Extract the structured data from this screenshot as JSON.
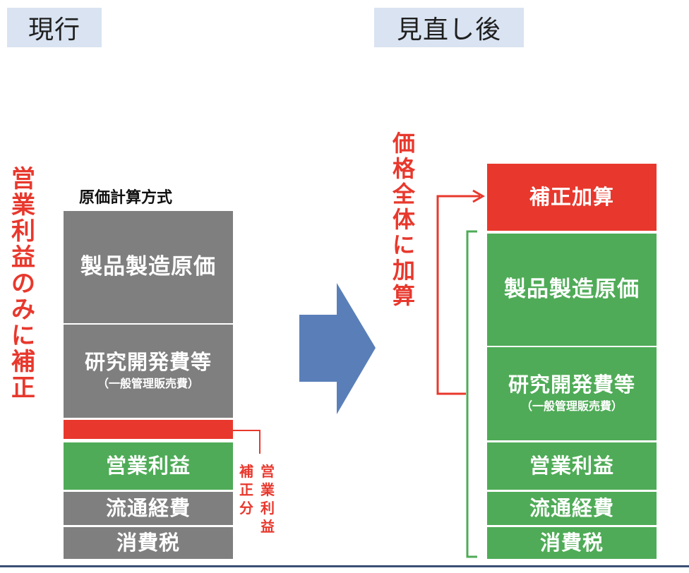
{
  "labels": {
    "current": "現行",
    "revised": "見直し後"
  },
  "left": {
    "side_note": "営業利益のみに補正",
    "heading": "原価計算方式",
    "blocks": [
      {
        "text": "製品製造原価",
        "color": "#7f7f7f"
      },
      {
        "text": "研究開発費等",
        "subtext": "（一般管理販売費）",
        "color": "#7f7f7f"
      },
      {
        "text": "",
        "color": "#e8382d"
      },
      {
        "text": "営業利益",
        "color": "#4fab57"
      },
      {
        "text": "流通経費",
        "color": "#7f7f7f"
      },
      {
        "text": "消費税",
        "color": "#7f7f7f"
      }
    ],
    "callout_1": "補正分",
    "callout_2": "営業利益"
  },
  "right": {
    "side_note": "価格全体に加算",
    "blocks": [
      {
        "text": "補正加算",
        "color": "#e8382d"
      },
      {
        "text": "製品製造原価",
        "color": "#4fab57"
      },
      {
        "text": "研究開発費等",
        "subtext": "（一般管理販売費）",
        "color": "#4fab57"
      },
      {
        "text": "営業利益",
        "color": "#4fab57"
      },
      {
        "text": "流通経費",
        "color": "#4fab57"
      },
      {
        "text": "消費税",
        "color": "#4fab57"
      }
    ]
  },
  "colors": {
    "gray": "#7f7f7f",
    "green": "#4fab57",
    "red": "#e8382d",
    "arrow_blue": "#5a7fb8",
    "tag_bg": "#d9e3f1"
  },
  "icons": {
    "transition_arrow": "right-arrow-icon",
    "bracket": "bracket-icon"
  }
}
